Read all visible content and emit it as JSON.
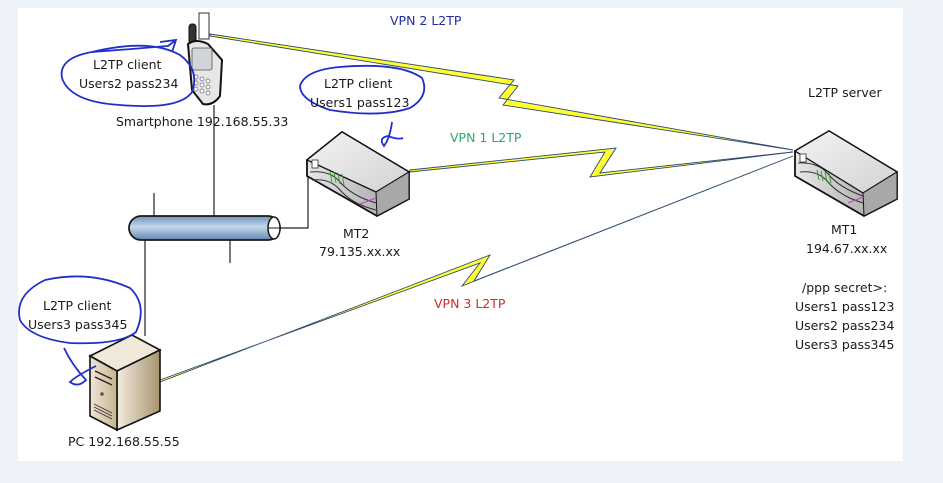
{
  "diagram": {
    "colors": {
      "background": "#edf1f8",
      "canvas": "#ffffff",
      "bolt_fill": "#ffff33",
      "link_line": "#2e4a6e",
      "annotation_ink": "#1f2fc8",
      "vpn1": "#2ea86a",
      "vpn2": "#1e2ea0",
      "vpn3": "#d42a2a",
      "bus_fill": "#8db4d9"
    },
    "nodes": {
      "smartphone": {
        "label": "Smartphone 192.168.55.33",
        "icon": "smartphone-icon"
      },
      "pc": {
        "label": "PC 192.168.55.55",
        "icon": "pc-tower-icon"
      },
      "mt2": {
        "name": "MT2",
        "ip": "79.135.xx.xx",
        "icon": "router-icon"
      },
      "mt1": {
        "role": "L2TP server",
        "name": "MT1",
        "ip": "194.67.xx.xx",
        "icon": "router-icon"
      },
      "lan_bus": {
        "icon": "ethernet-bus-icon"
      }
    },
    "clients": [
      {
        "line1": "L2TP client",
        "line2": "Users2 pass234"
      },
      {
        "line1": "L2TP client",
        "line2": "Users1 pass123"
      },
      {
        "line1": "L2TP client",
        "line2": "Users3 pass345"
      }
    ],
    "tunnels": [
      {
        "label": "VPN 2 L2TP"
      },
      {
        "label": "VPN 1 L2TP"
      },
      {
        "label": "VPN 3 L2TP"
      }
    ],
    "secrets": {
      "header": "/ppp secret>:",
      "entries": [
        "Users1 pass123",
        "Users2 pass234",
        "Users3 pass345"
      ]
    }
  }
}
